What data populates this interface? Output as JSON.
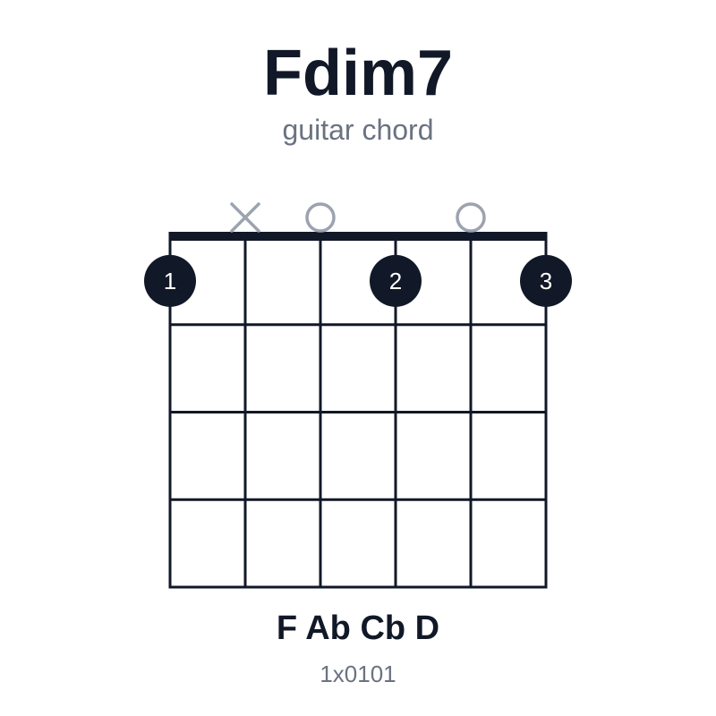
{
  "chord": {
    "name": "Fdim7",
    "instrument": "guitar chord",
    "notes": "F Ab Cb D",
    "fingering_code": "1x0101"
  },
  "diagram": {
    "strings": 6,
    "frets_shown": 4,
    "string_markers": [
      "",
      "x",
      "o",
      "",
      "o",
      ""
    ],
    "finger_dots": [
      {
        "string": 1,
        "fret": 1,
        "finger": "1"
      },
      {
        "string": 4,
        "fret": 1,
        "finger": "2"
      },
      {
        "string": 6,
        "fret": 1,
        "finger": "3"
      }
    ]
  },
  "colors": {
    "text": "#111827",
    "muted": "#6b7280",
    "marker": "#9ca3af",
    "dot": "#111827",
    "dot_text": "#ffffff"
  }
}
